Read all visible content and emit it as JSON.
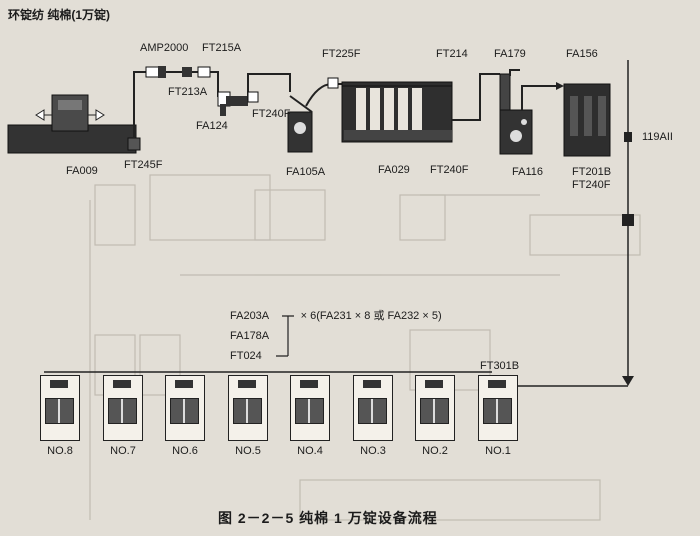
{
  "header": "环锭纺   纯棉(1万锭)",
  "caption": "图 2－2－5   纯棉 1 万锭设备流程",
  "machines": {
    "fa009": "FA009",
    "ft245f": "FT245F",
    "amp2000": "AMP2000",
    "ft215a": "FT215A",
    "ft213a": "FT213A",
    "fa124": "FA124",
    "ft240f_a": "FT240F",
    "fa105a": "FA105A",
    "ft225f": "FT225F",
    "fa029": "FA029",
    "ft240f_b": "FT240F",
    "ft214": "FT214",
    "fa179": "FA179",
    "fa116": "FA116",
    "fa156": "FA156",
    "ft201b": "FT201B",
    "ft240f_c": "FT240F",
    "v119aii": "119AII",
    "ft301b": "FT301B"
  },
  "card_group": {
    "line1": "FA203A",
    "line1_suffix": "× 6(FA231 × 8 或 FA232 × 5)",
    "line2": "FA178A",
    "line3": "FT024"
  },
  "cards": [
    "NO.8",
    "NO.7",
    "NO.6",
    "NO.5",
    "NO.4",
    "NO.3",
    "NO.2",
    "NO.1"
  ]
}
